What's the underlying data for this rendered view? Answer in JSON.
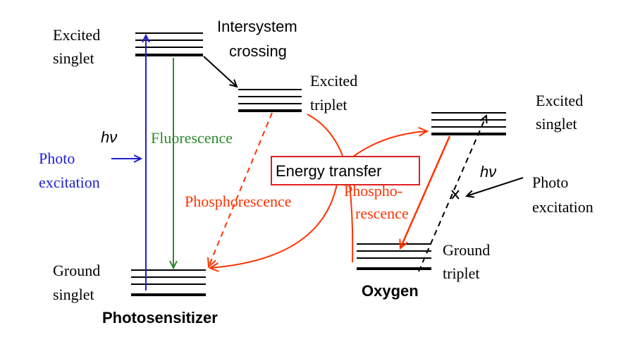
{
  "colors": {
    "black": "#000000",
    "blue": "#1f1fcf",
    "green": "#2e8b2e",
    "red": "#ff3300",
    "box_border": "#e02020"
  },
  "photosensitizer": {
    "title": "Photosensitizer",
    "excited_singlet": [
      "Excited",
      "singlet"
    ],
    "excited_triplet": [
      "Excited",
      "triplet"
    ],
    "ground_singlet": [
      "Ground",
      "singlet"
    ],
    "intersystem_crossing": [
      "Intersystem",
      "crossing"
    ],
    "fluorescence": "Fluorescence",
    "phosphorescence": "Phosphorescence",
    "photo_excitation": [
      "Photo",
      "excitation"
    ],
    "hnu": "hν"
  },
  "oxygen": {
    "title": "Oxygen",
    "excited_singlet": [
      "Excited",
      "singlet"
    ],
    "ground_triplet": [
      "Ground",
      "triplet"
    ],
    "phosphorescence": [
      "Phospho-",
      "rescence"
    ],
    "photo_excitation": [
      "Photo",
      "excitation"
    ],
    "hnu": "hν"
  },
  "energy_transfer": "Energy transfer"
}
